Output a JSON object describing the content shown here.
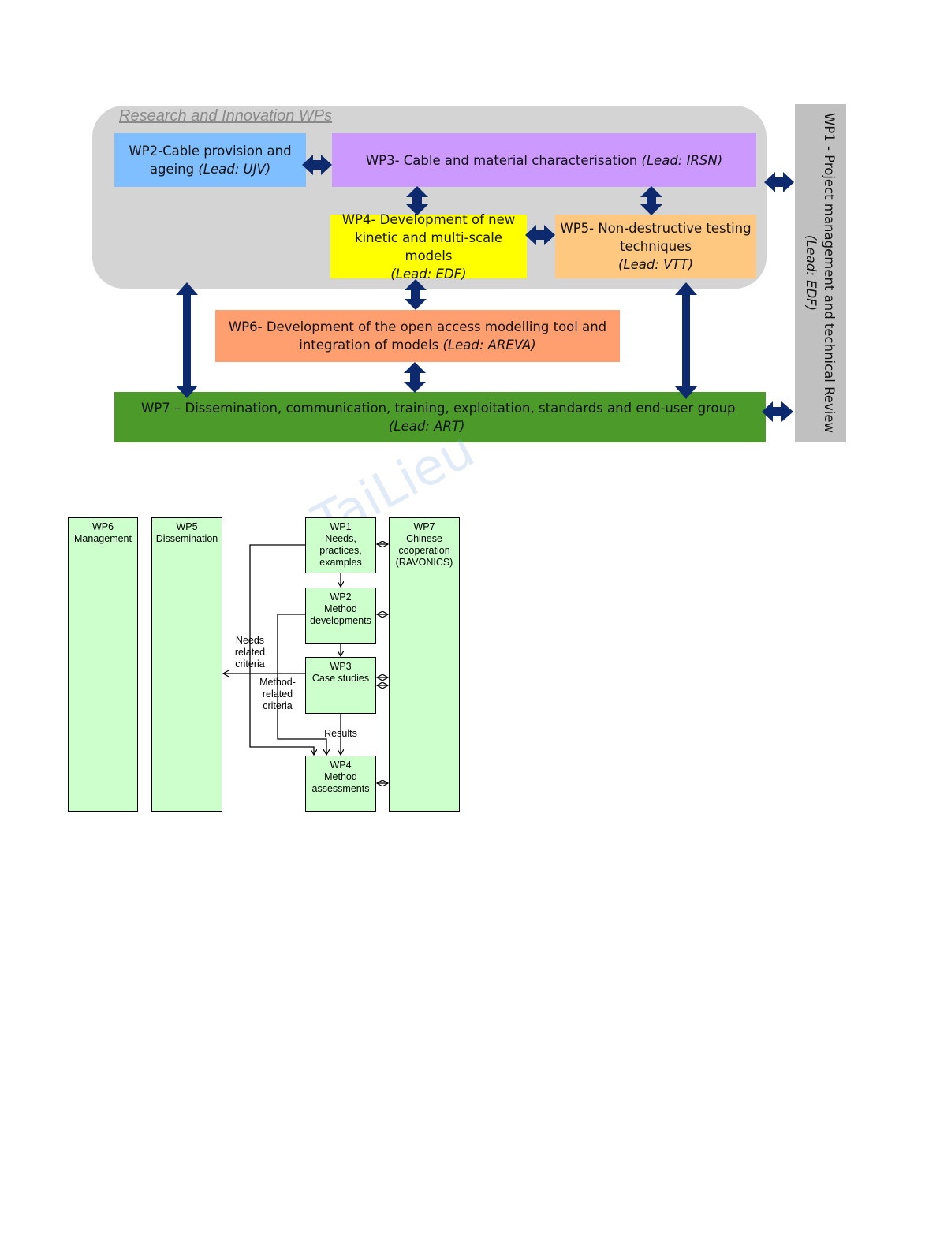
{
  "diagram1": {
    "region_title": "Research and Innovation WPs",
    "wp1": {
      "text": "WP1 - Project management and technical Review",
      "lead": "(Lead: EDF)"
    },
    "wp2": {
      "line1": "WP2-Cable provision and",
      "line2": "ageing ",
      "lead": "(Lead: UJV)"
    },
    "wp3": {
      "text": "WP3- Cable and material characterisation ",
      "lead": "(Lead: IRSN)"
    },
    "wp4": {
      "line1": "WP4- Development of new",
      "line2": "kinetic and multi-scale models",
      "lead": "(Lead: EDF)"
    },
    "wp5": {
      "line1": "WP5- Non-destructive testing",
      "line2": "techniques",
      "lead": "(Lead: VTT)"
    },
    "wp6": {
      "line1": "WP6- Development of the open access modelling tool and",
      "line2": "integration of models ",
      "lead": "(Lead: AREVA)"
    },
    "wp7": {
      "text": "WP7 – Dissemination, communication, training,  exploitation, standards and end-user group",
      "lead": "(Lead: ART)"
    },
    "colors": {
      "region": "#d4d4d4",
      "wp1": "#c0c0c0",
      "wp2": "#7fbfff",
      "wp3": "#cc99ff",
      "wp4": "#ffff00",
      "wp5": "#ffc880",
      "wp6": "#ff9f70",
      "wp7": "#4c9a2a",
      "arrow": "#0d2a6e"
    }
  },
  "diagram2": {
    "wp6": "WP6\nManagement",
    "wp5": "WP5\nDissemination",
    "wp1": "WP1\nNeeds,\npractices,\nexamples",
    "wp2": "WP2\nMethod\ndevelopments",
    "wp3": "WP3\nCase studies",
    "wp4": "WP4\nMethod\nassessments",
    "wp7": "WP7\nChinese\ncooperation\n(RAVONICS)",
    "needs_label": "Needs\nrelated\ncriteria",
    "method_label": "Method-\nrelated\ncriteria",
    "results_label": "Results",
    "colors": {
      "box": "#ccffcc",
      "line": "#000000"
    }
  },
  "watermark": "TaiLieu"
}
